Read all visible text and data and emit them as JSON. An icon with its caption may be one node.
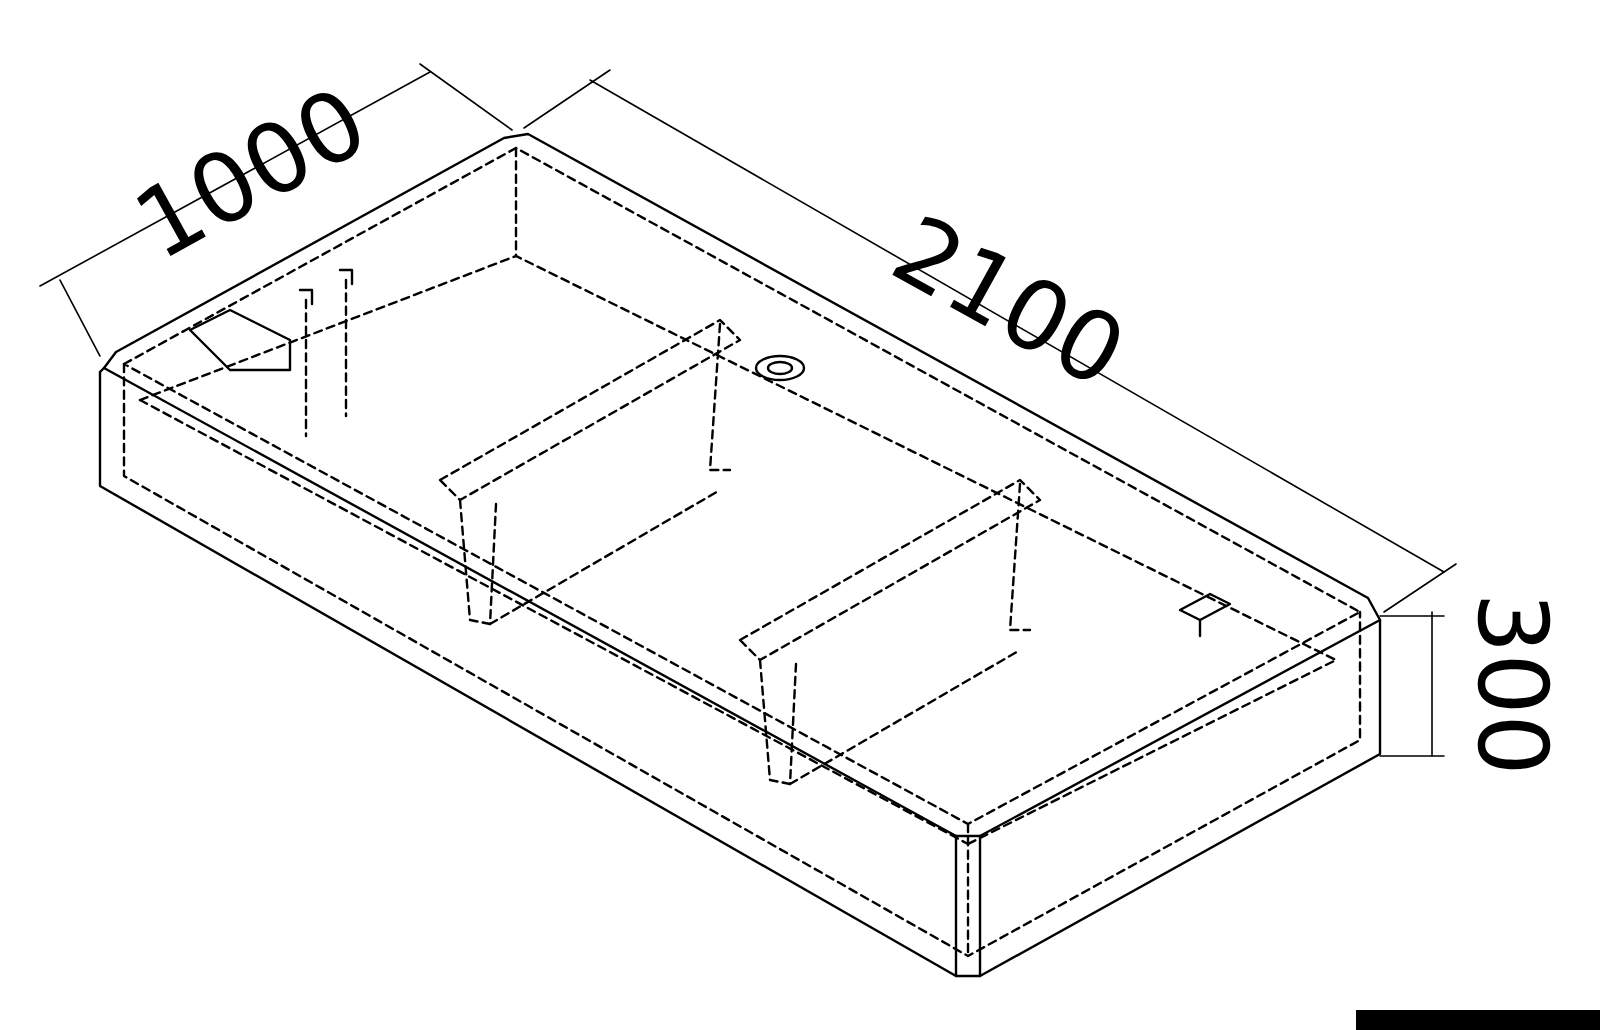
{
  "diagram": {
    "labels": [
      "1000",
      "2100",
      "300"
    ]
  }
}
